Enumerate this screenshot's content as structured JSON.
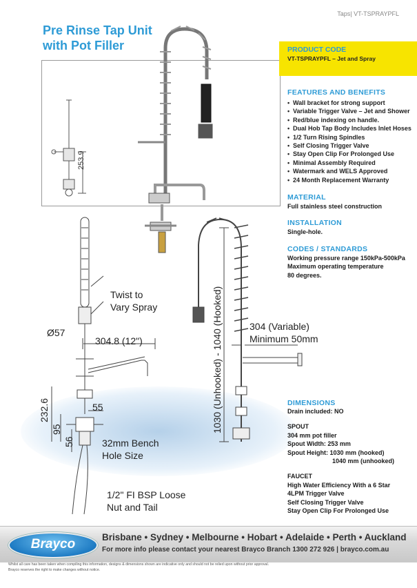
{
  "header": {
    "category": "Taps| VT-TSPRAYPFL"
  },
  "title": {
    "line1": "Pre Rinse Tap Unit",
    "line2": "with Pot Filler"
  },
  "product_code": {
    "label": "PRODUCT CODE",
    "value": "VT-TSPRAYPFL – Jet and Spray"
  },
  "features": {
    "title": "FEATURES AND BENEFITS",
    "items": [
      "Wall bracket for strong support",
      "Variable Trigger Valve – Jet and Shower",
      "Red/blue indexing on handle.",
      "Dual Hob Tap Body Includes Inlet Hoses",
      "1/2 Turn Rising Spindles",
      "Self Closing Trigger Valve",
      "Stay Open Clip For Prolonged Use",
      "Minimal Assembly Required",
      "Watermark and WELS Approved",
      "24 Month Replacement Warranty"
    ]
  },
  "material": {
    "title": "MATERIAL",
    "text": "Full stainless steel construction"
  },
  "installation": {
    "title": "INSTALLATION",
    "text": "Single-hole."
  },
  "codes": {
    "title": "CODES / STANDARDS",
    "lines": [
      "Working pressure range 150kPa-500kPa",
      "Maximum operating temperature",
      "80 degrees."
    ]
  },
  "dimensions": {
    "title": "DIMENSIONS",
    "drain": "Drain included: NO",
    "spout": {
      "title": "SPOUT",
      "lines": [
        "304 mm pot filler",
        "Spout Width:   253 mm",
        "Spout Height: 1030 mm (hooked)",
        "1040 mm (unhooked)"
      ]
    },
    "faucet": {
      "title": "FAUCET",
      "lines": [
        "High Water Efficiency With a 6 Star",
        "4LPM Trigger Valve",
        "Self Closing Trigger Valve",
        "Stay Open Clip For Prolonged Use"
      ]
    }
  },
  "drawing": {
    "top_dim": "253.9",
    "twist": [
      "Twist to",
      "Vary Spray"
    ],
    "dia": "Ø57",
    "spout_len": "304.8 (12\")",
    "d232": "232.6",
    "d55": "55",
    "d95": "95",
    "d56": "56",
    "bench": [
      "32mm Bench",
      "Hole Size"
    ],
    "nut": [
      "1/2\" FI BSP Loose",
      "Nut and Tail"
    ],
    "vertical": "1030 (Unhooked) - 1040 (Hooked)",
    "variable": [
      "304 (Variable)",
      "Minimum 50mm"
    ]
  },
  "footer": {
    "logo": "Brayco",
    "cities": "Brisbane • Sydney • Melbourne • Hobart • Adelaide • Perth • Auckland",
    "contact": "For more info please contact your nearest Brayco Branch 1300 272 926  |  brayco.com.au",
    "disclaimer1": "Whilst all care has been taken when compiling this information, designs & dimensions shown are indicative only and should not be relied upon without prior approval.",
    "disclaimer2": "Brayco reserves the right to make changes without notice."
  },
  "colors": {
    "accent": "#2e9bd6",
    "highlight": "#f7e400"
  }
}
